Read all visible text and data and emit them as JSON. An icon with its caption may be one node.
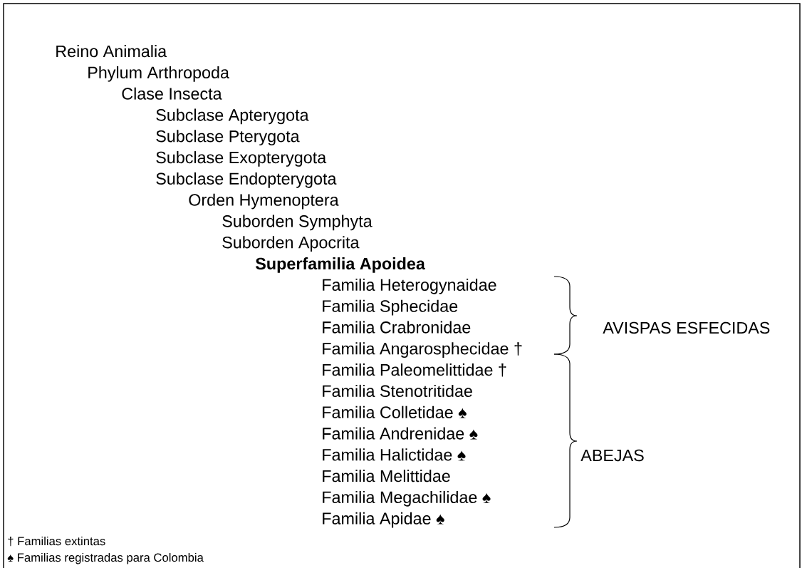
{
  "diagram": {
    "labels": [
      "Reino Animalia",
      "Phylum Arthropoda",
      "Clase Insecta",
      "Subclase Apterygota",
      "Subclase Pterygota",
      "Subclase Exopterygota",
      "Subclase Endopterygota",
      "Orden Hymenoptera",
      "Suborden Symphyta",
      "Suborden Apocrita",
      "Superfamilia Apoidea",
      "Familia Heterogynaidae",
      "Familia Sphecidae",
      "Familia Crabronidae",
      "Familia Angarosphecidae †",
      "Familia Paleomelittidae †",
      "Familia Stenotritidae",
      "Familia Colletidae ♠",
      "Familia Andrenidae ♠",
      "Familia Halictidae ♠",
      "Familia Melittidae",
      "Familia Megachilidae ♠",
      "Familia Apidae ♠",
      "AVISPAS ESFECIDAS",
      "ABEJAS",
      "† Familias extintas",
      "♠ Familias registradas para Colombia"
    ]
  }
}
